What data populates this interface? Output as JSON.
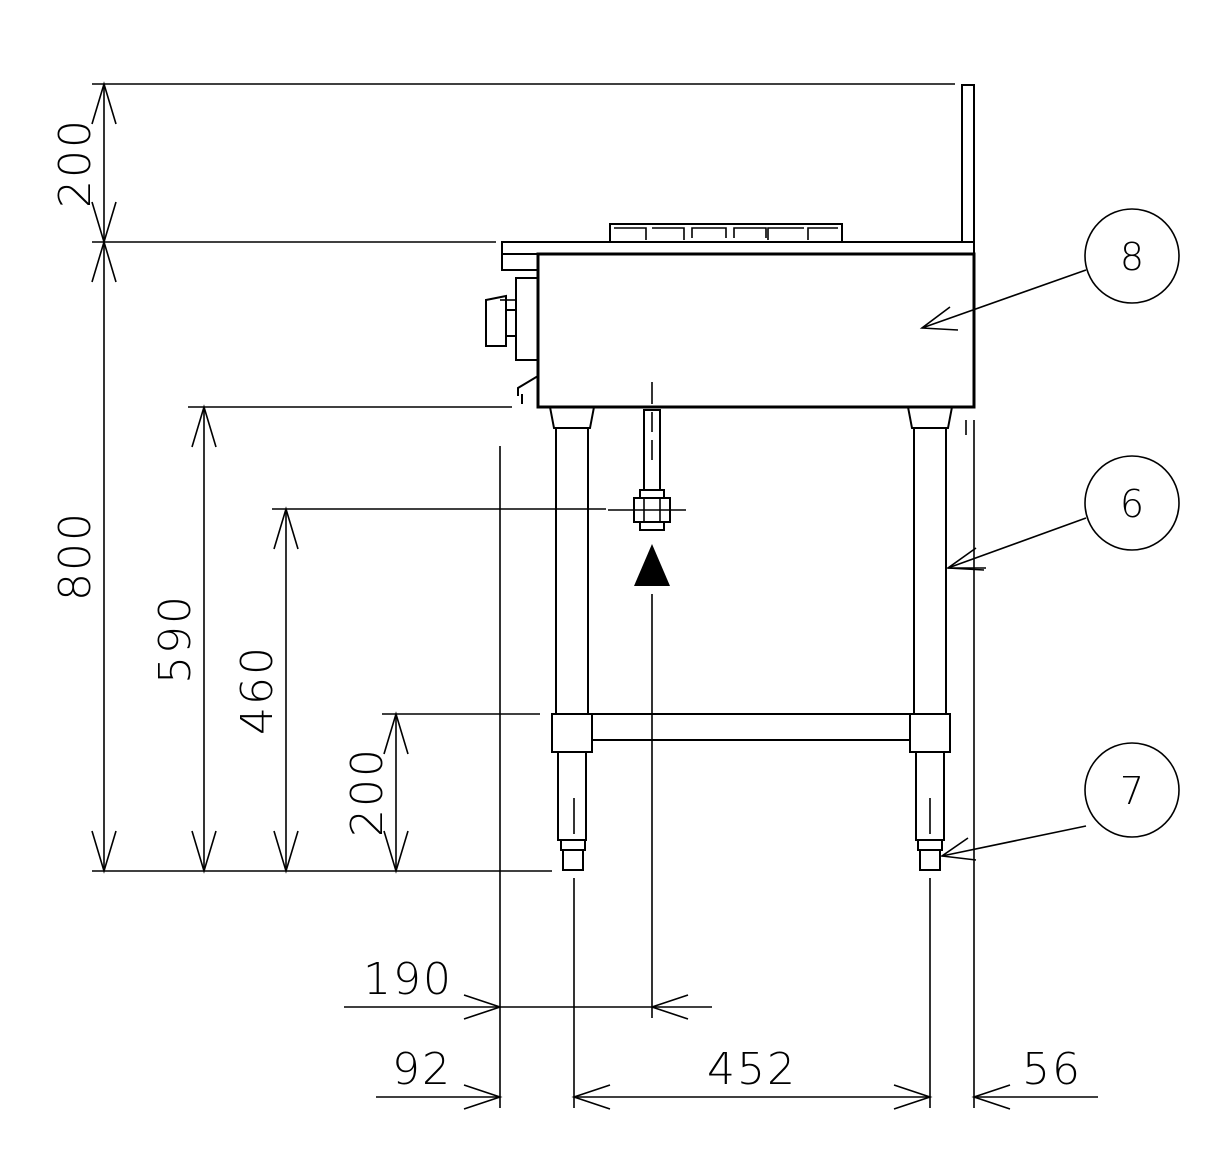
{
  "dimensions": {
    "top_clearance": "200",
    "overall_height": "800",
    "bottom_of_body": "590",
    "gas_inlet_height": "460",
    "shelf_height": "200",
    "gas_inlet_offset": "190",
    "front_overhang": "92",
    "leg_spacing": "452",
    "rear_overhang": "56"
  },
  "callouts": [
    {
      "id": "8"
    },
    {
      "id": "6"
    },
    {
      "id": "7"
    }
  ]
}
